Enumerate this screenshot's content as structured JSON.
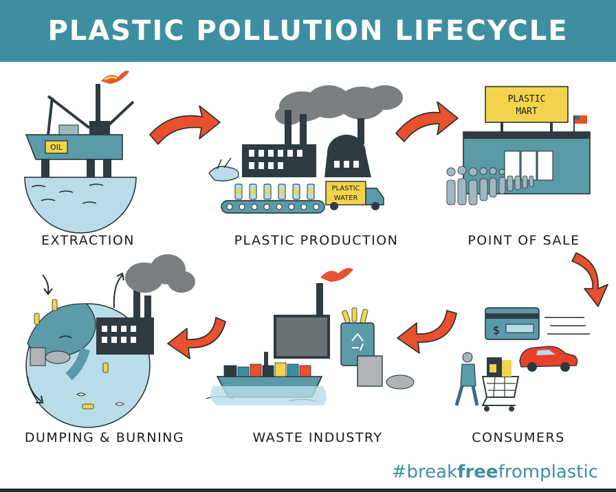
{
  "title": "PLASTIC POLLUTION LIFECYCLE",
  "stages": [
    {
      "id": "extraction",
      "label": "EXTRACTION",
      "sign": "OIL"
    },
    {
      "id": "production",
      "label": "PLASTIC PRODUCTION",
      "sign_line1": "PLASTIC",
      "sign_line2": "WATER"
    },
    {
      "id": "point-of-sale",
      "label": "POINT OF SALE",
      "sign_line1": "PLASTIC",
      "sign_line2": "MART"
    },
    {
      "id": "consumers",
      "label": "CONSUMERS",
      "card_symbol": "$"
    },
    {
      "id": "waste-industry",
      "label": "WASTE INDUSTRY"
    },
    {
      "id": "dumping-burning",
      "label": "DUMPING & BURNING"
    }
  ],
  "hashtag": {
    "part1": "#break",
    "part2": "free",
    "part3": "fromplastic"
  },
  "colors": {
    "banner": "#3d8ea0",
    "arrow": "#e8502e",
    "teal": "#5b9aa8",
    "dark": "#2e3b40",
    "water": "#b8dde8",
    "yellow": "#f2d44c",
    "smoke": "#7b7f82"
  }
}
